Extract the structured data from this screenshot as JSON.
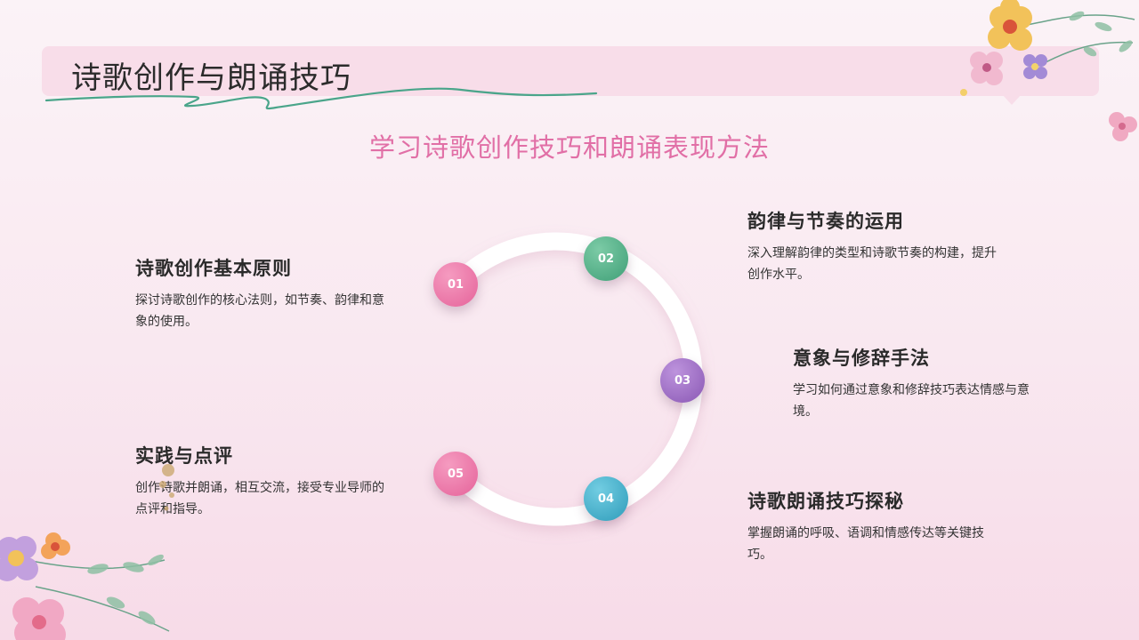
{
  "header": {
    "title": "诗歌创作与朗诵技巧",
    "subtitle": "学习诗歌创作技巧和朗诵表现方法"
  },
  "steps": [
    {
      "num": "01",
      "title": "诗歌创作基本原则",
      "desc": "探讨诗歌创作的核心法则，如节奏、韵律和意象的使用。",
      "color": "#ea6ea0"
    },
    {
      "num": "02",
      "title": "韵律与节奏的运用",
      "desc": "深入理解韵律的类型和诗歌节奏的构建，提升创作水平。",
      "color": "#4fae85"
    },
    {
      "num": "03",
      "title": "意象与修辞手法",
      "desc": "学习如何通过意象和修辞技巧表达情感与意境。",
      "color": "#9b6ac0"
    },
    {
      "num": "04",
      "title": "诗歌朗诵技巧探秘",
      "desc": "掌握朗诵的呼吸、语调和情感传达等关键技巧。",
      "color": "#3aa7c4"
    },
    {
      "num": "05",
      "title": "实践与点评",
      "desc": "创作诗歌并朗诵，相互交流，接受专业导师的点评和指导。",
      "color": "#ea6ea0"
    }
  ],
  "theme": {
    "accent": "#e16fa6",
    "title_bar": "#f8dde9",
    "squiggle": "#4aa58a"
  }
}
